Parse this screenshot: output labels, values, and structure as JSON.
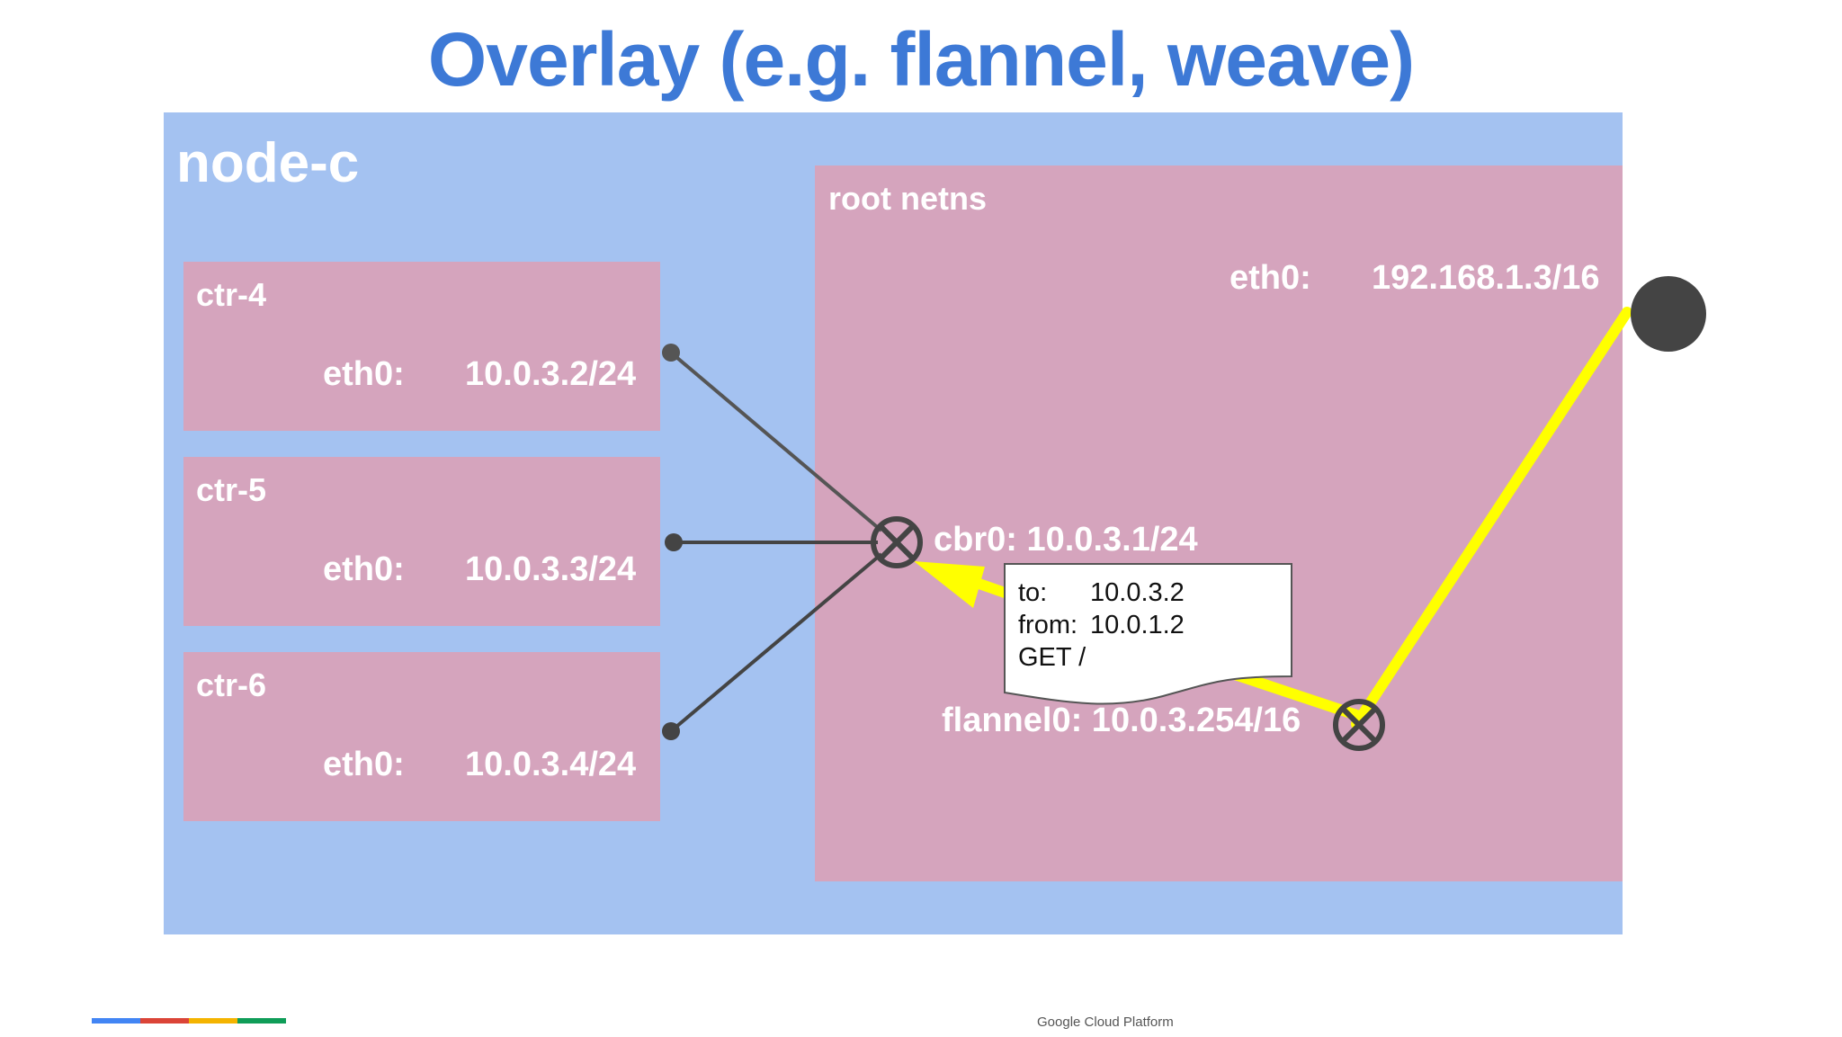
{
  "title": "Overlay (e.g. flannel, weave)",
  "node": {
    "label": "node-c"
  },
  "containers": [
    {
      "name": "ctr-4",
      "iface": "eth0:",
      "ip": "10.0.3.2/24"
    },
    {
      "name": "ctr-5",
      "iface": "eth0:",
      "ip": "10.0.3.3/24"
    },
    {
      "name": "ctr-6",
      "iface": "eth0:",
      "ip": "10.0.3.4/24"
    }
  ],
  "root_netns": {
    "label": "root netns",
    "eth0_name": "eth0:",
    "eth0_ip": "192.168.1.3/16",
    "cbr0": "cbr0:  10.0.3.1/24",
    "flannel0": "flannel0:  10.0.3.254/16"
  },
  "packet": {
    "to_label": "to:",
    "to_value": "10.0.3.2",
    "from_label": "from:",
    "from_value": "10.0.1.2",
    "method": "GET /"
  },
  "footer": {
    "text": "Google Cloud Platform"
  },
  "colors": {
    "title": "#3d79d6",
    "node_bg": "#a4c2f1",
    "netns_bg": "#d5a4bd",
    "path_highlight": "#ffff00",
    "bridge_stroke": "#444444",
    "google_blue": "#4285f4",
    "google_red": "#db4437",
    "google_yellow": "#f4b400",
    "google_green": "#0f9d58"
  },
  "icons": [
    "bridge-cross-icon",
    "tunnel-cross-icon",
    "external-interface-dot-icon"
  ]
}
